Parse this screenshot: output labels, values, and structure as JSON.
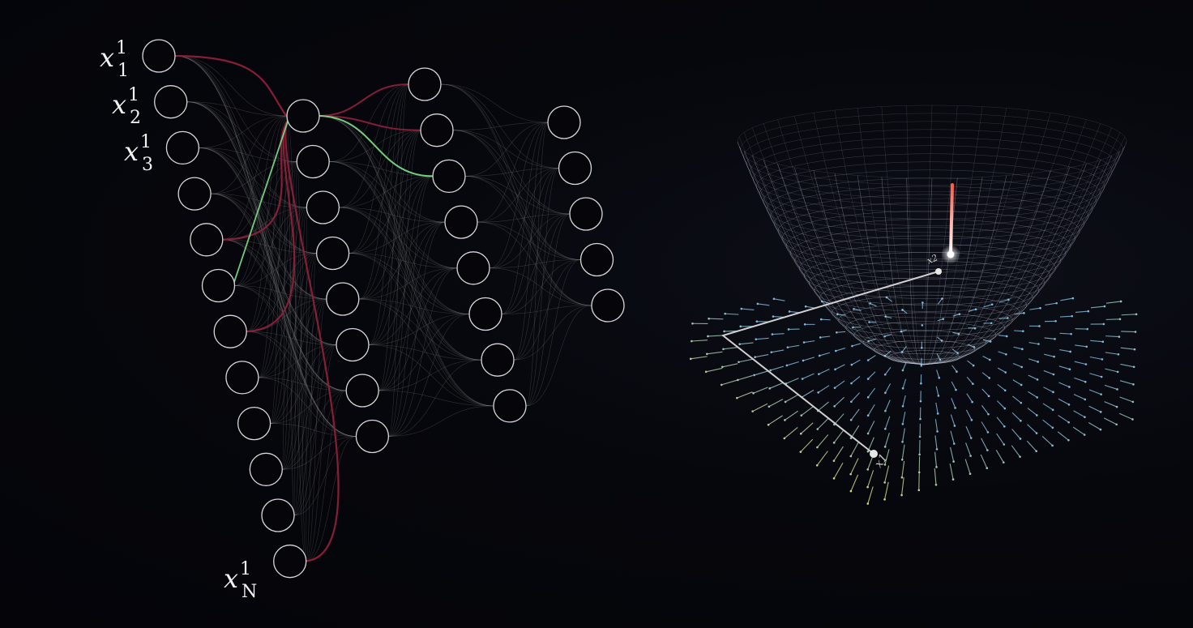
{
  "network": {
    "layers": [
      12,
      8,
      8,
      5
    ],
    "input_labels": [
      {
        "base": "x",
        "sup": "1",
        "sub": "1"
      },
      {
        "base": "x",
        "sup": "1",
        "sub": "2"
      },
      {
        "base": "x",
        "sup": "1",
        "sub": "3"
      },
      {
        "base": "x",
        "sup": "1",
        "sub": "N"
      }
    ],
    "colors": {
      "node": "#d8d8d8",
      "edge": "#8a8a8a",
      "red_path": "#8e1f3a",
      "green_path": "#7de08c"
    }
  },
  "surface": {
    "axis_labels": [
      "x2",
      "x1"
    ],
    "colors": {
      "mesh": "#cfd6e6",
      "gradient_line": "#ff6a5a",
      "point": "#ffffff",
      "arrow_low": "#7fb8d8",
      "arrow_high": "#e8e070"
    }
  }
}
